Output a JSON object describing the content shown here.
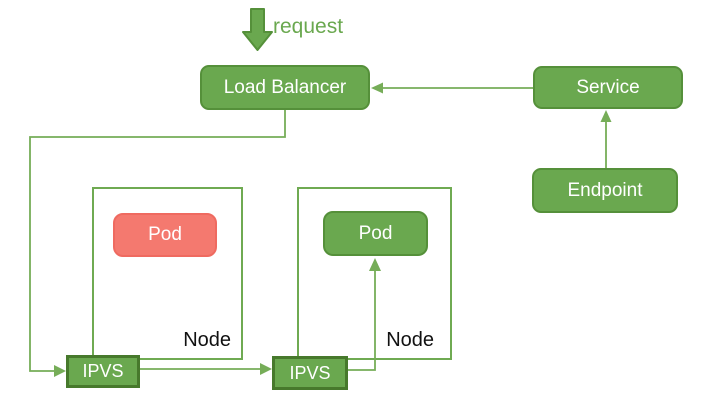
{
  "diagram": {
    "request_label": "request",
    "boxes": {
      "load_balancer": "Load Balancer",
      "service": "Service",
      "endpoint": "Endpoint",
      "pod_left": "Pod",
      "pod_right": "Pod",
      "ipvs_left": "IPVS",
      "ipvs_right": "IPVS",
      "node_left": "Node",
      "node_right": "Node"
    },
    "arrows": [
      {
        "from": "request",
        "to": "load_balancer",
        "direction": "down"
      },
      {
        "from": "service",
        "to": "load_balancer",
        "direction": "left"
      },
      {
        "from": "endpoint",
        "to": "service",
        "direction": "up"
      },
      {
        "from": "load_balancer",
        "to": "ipvs_left",
        "direction": "down-left-right"
      },
      {
        "from": "ipvs_left",
        "to": "ipvs_right",
        "direction": "right"
      },
      {
        "from": "ipvs_right",
        "to": "pod_right",
        "direction": "right-up"
      }
    ],
    "colors": {
      "green_fill": "#6aa84f",
      "green_border": "#55903a",
      "ipvs_border": "#47792c",
      "connector": "#76ad58",
      "node_border": "#6faa52",
      "red_fill": "#f4796f",
      "red_border": "#ef6a60",
      "label_text": "#ffffff",
      "node_text": "#111111",
      "request_text": "#6aa84f",
      "background": "#ffffff"
    }
  }
}
